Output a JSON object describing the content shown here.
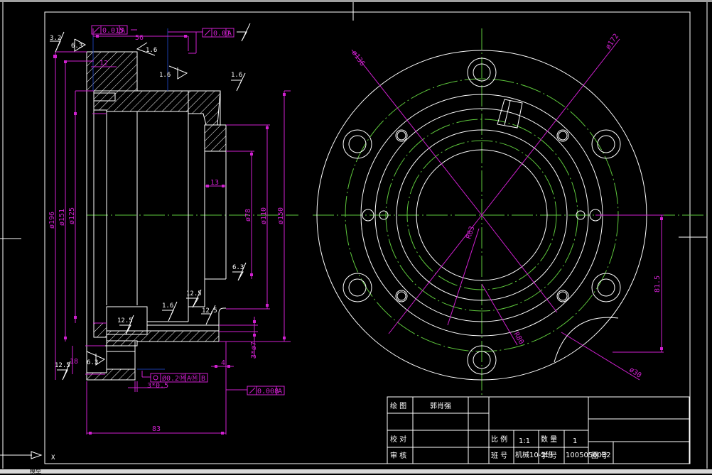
{
  "viewport": {
    "background": "#000000",
    "line_color": "#ffffff",
    "center_line_color": "#5ec83c",
    "dimension_color": "#d020d0",
    "aux_line_color": "#1a3ca8"
  },
  "section_view": {
    "surface_finish": [
      "3.2",
      "6.3",
      "1.6",
      "1.6",
      "1.6",
      "6.3",
      "12.5",
      "1.6",
      "12.5",
      "12.5",
      "12.5",
      "6.3"
    ],
    "tolerance_frames": [
      {
        "symbol": "runout-icon",
        "value": "0.015",
        "datum": "A"
      },
      {
        "symbol": "runout-icon",
        "value": "0.01",
        "datum": "A"
      },
      {
        "symbol": "position-icon",
        "value": "Ø0.2Ⓜ",
        "datum": "AⓂ",
        "datum2": "B"
      },
      {
        "symbol": "runout-icon",
        "value": "0.008",
        "datum": "A"
      }
    ],
    "dimensions": {
      "d56": "56",
      "d12": "12",
      "d13": "13",
      "dia196": "ø196",
      "dia151": "ø151",
      "dia125": "ø125",
      "dia78": "ø78",
      "dia110": "ø110",
      "dia150": "ø150",
      "d18": "18",
      "chamfer": "3*0.5",
      "d4": "4",
      "thread": "3*ø7",
      "d83": "83"
    }
  },
  "front_view": {
    "dimensions": {
      "dia136": "ø136",
      "dia172": "ø172",
      "r63": "R63",
      "r80": "R80",
      "d815": "81.5",
      "dia30": "ø30"
    }
  },
  "title_block": {
    "drawn_label": "绘  图",
    "drawn_name": "郭肖强",
    "checked_label": "校  对",
    "approved_label": "审  核",
    "scale_label": "比  例",
    "scale_value": "1:1",
    "qty_label": "数  量",
    "qty_value": "1",
    "class_label": "班  号",
    "class_value": "机械10-2班",
    "student_label": "学  号",
    "student_value": "1005050032",
    "drawing_no_label": "图  号"
  },
  "ucs_icon": {
    "label": "X"
  },
  "status_bar": {
    "tab_model": "模型"
  }
}
